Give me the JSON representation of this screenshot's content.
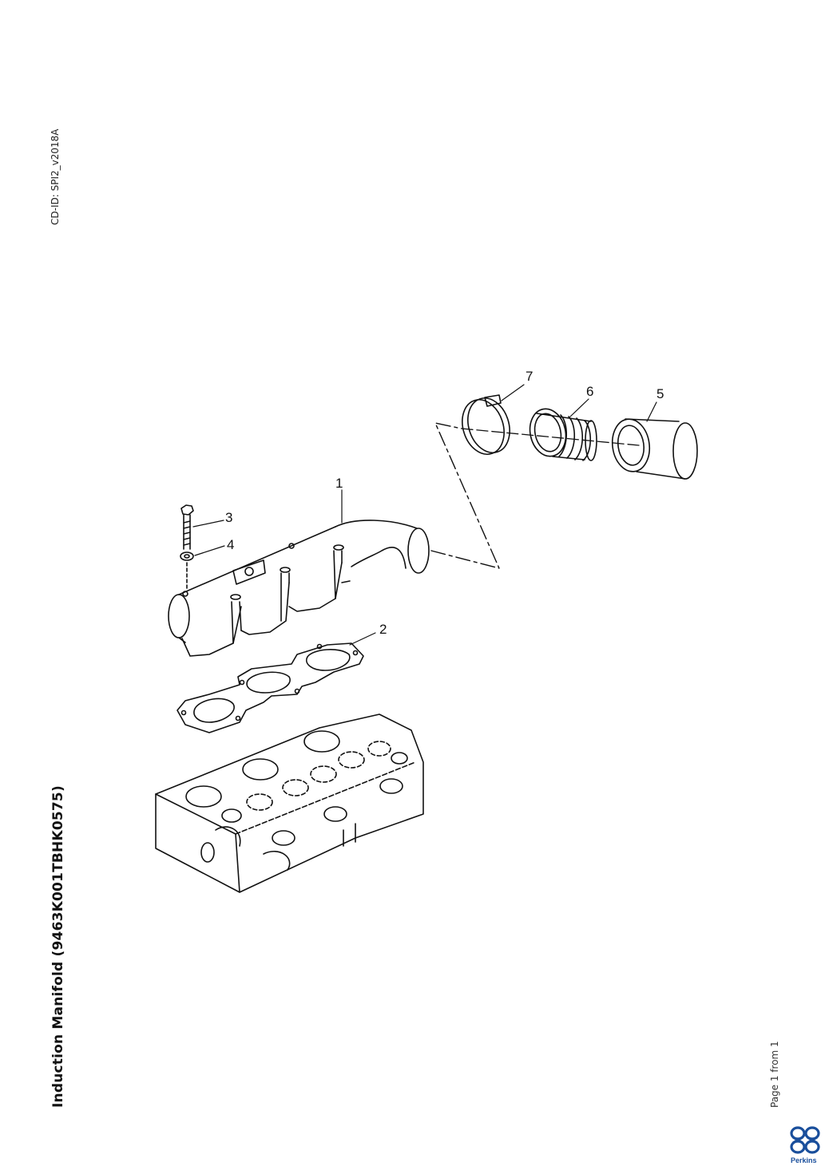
{
  "document": {
    "cd_id": "CD-ID: SPI2_v2018A",
    "title": "Induction Manifold (9463K001TBHK0575)",
    "page_info": "Page 1 from 1"
  },
  "callouts": [
    "1",
    "2",
    "3",
    "4",
    "5",
    "6",
    "7"
  ],
  "brand": {
    "name": "Perkins",
    "color": "#1a4f9c"
  },
  "icons": [
    "perkins-logo-icon"
  ]
}
